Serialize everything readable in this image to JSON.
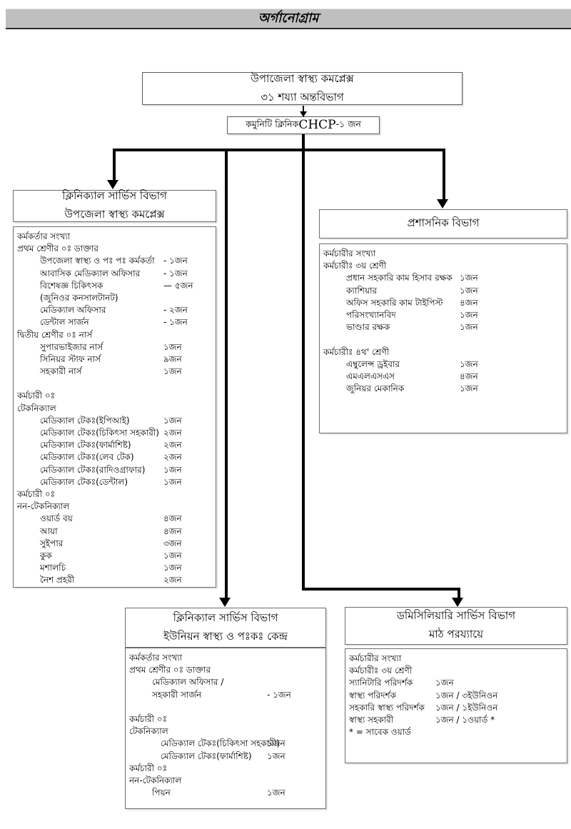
{
  "colors": {
    "title_bar_bg": "#bfbfbf",
    "connector": "#000000",
    "box_border": "#6e6e6e"
  },
  "title_bar": {
    "title": "অর্গানোগ্রাম"
  },
  "root_box": {
    "line1": "উপাজেলা স্বাস্থ্য কমপ্লেক্স",
    "line2": "৩১ শয্যা অন্তবিভাগ"
  },
  "chcp_box": {
    "prefix": "কমুনিটি ক্লিনিক ",
    "latin": "CHCP",
    "suffix": "-১ জন"
  },
  "departments": {
    "clinical_upazila": {
      "header_line1": "ক্লিনিক্যাল সার্ভিস বিভাগ",
      "header_line2": "উপজেলা স্বাস্থ্য কমপ্লেক্স",
      "rows": [
        {
          "label": "কর্মকর্তার সংখ্যা",
          "value": "",
          "indent": 0
        },
        {
          "label": "প্রথম শ্রেণীর ০ঃ ডাক্তার",
          "value": "",
          "indent": 0
        },
        {
          "label": "উপজেলা স্বাস্থ্য ও পঃ পঃ কর্মকর্তা",
          "value": "- ১জন",
          "indent": 1
        },
        {
          "label": "আবাসিক মেডিক্যাল অফিসার",
          "value": "- ১জন",
          "indent": 1
        },
        {
          "label": "বিশেষজ্ঞ চিকিৎসক",
          "value": "— ৫জন",
          "indent": 1
        },
        {
          "label": "(জুনিওর কনসালটানট)",
          "value": "",
          "indent": 1
        },
        {
          "label": "মেডিক্যাল অফিসার",
          "value": "- ২জন",
          "indent": 1
        },
        {
          "label": "ডেন্টাল সার্জন",
          "value": "- ১জন",
          "indent": 1
        },
        {
          "label": "দ্বিতীয় শ্রেণীর ০ঃ নার্স",
          "value": "",
          "indent": 0
        },
        {
          "label": "সুপারভাইজার নার্স",
          "value": "১জন",
          "indent": 1
        },
        {
          "label": "সিনিয়র স্টাফ নার্স",
          "value": "৯জন",
          "indent": 1
        },
        {
          "label": "সহকারী নার্স",
          "value": "১জন",
          "indent": 1
        },
        {
          "spacer": true
        },
        {
          "label": "কর্মচারী ০ঃ",
          "value": "",
          "indent": 0
        },
        {
          "label": "টেকনিক্যাল",
          "value": "",
          "indent": 0
        },
        {
          "label": "মেডিক্যাল টেকঃ(ইপিআই)",
          "value": "১জন",
          "indent": 1
        },
        {
          "label": "মেডিক্যাল টেকঃ(চিকিৎসা সহকারী)",
          "value": "২জন",
          "indent": 1
        },
        {
          "label": "মেডিক্যাল টেকঃ(ফার্মাশিষ্ট)",
          "value": "২জন",
          "indent": 1
        },
        {
          "label": "মেডিক্যাল টেকঃ(লেব টেক)",
          "value": "২জন",
          "indent": 1
        },
        {
          "label": "মেডিক্যাল টেকঃ(রাদিওগ্রাফার)",
          "value": "১জন",
          "indent": 1
        },
        {
          "label": "মেডিক্যাল টেকঃ(ডেন্টাল)",
          "value": "১জন",
          "indent": 1
        },
        {
          "label": "কর্মচারী ০ঃ",
          "value": "",
          "indent": 0
        },
        {
          "label": "নন-টেকনিক্যাল",
          "value": "",
          "indent": 0
        },
        {
          "label": "ওয়ার্ড বয়",
          "value": "৪জন",
          "indent": 1
        },
        {
          "label": "আয়া",
          "value": "৪জন",
          "indent": 1
        },
        {
          "label": "সুইপার",
          "value": "৩জন",
          "indent": 1
        },
        {
          "label": "কুক",
          "value": "১জন",
          "indent": 1
        },
        {
          "label": "মশালচি",
          "value": "১জন",
          "indent": 1
        },
        {
          "label": "নৈশ প্রহরী",
          "value": "২জন",
          "indent": 1
        }
      ]
    },
    "administrative": {
      "header_line1": "প্রশাসনিক বিভাগ",
      "rows": [
        {
          "label": "কর্মচারীর সংখ্যা",
          "value": "",
          "indent": 0
        },
        {
          "label": "কর্মচারীঃ ৩য় শ্রেণী",
          "value": "",
          "indent": 0
        },
        {
          "label": "প্রধান সহকারি কাম হিসাব রক্ষক",
          "value": "১জন",
          "indent": 1
        },
        {
          "label": "ক্যাশিয়ার",
          "value": "১জন",
          "indent": 1
        },
        {
          "label": "অফিস সহকারি কাম টাইপিস্ট",
          "value": "৪জন",
          "indent": 1
        },
        {
          "label": "পরিসংখ্যানবিদ",
          "value": "১জন",
          "indent": 1
        },
        {
          "label": "ভাণ্ডার রক্ষক",
          "value": "১জন",
          "indent": 1
        },
        {
          "spacer": true
        },
        {
          "label": "কর্মচারীঃ ৪থ' শ্রেণী",
          "value": "",
          "indent": 0
        },
        {
          "label": "এম্বুলেন্স ড্রইবার",
          "value": "১জন",
          "indent": 1
        },
        {
          "label": "এমএলএসএস",
          "value": "৪জন",
          "indent": 1
        },
        {
          "label": "জুনিয়র মেকানিক",
          "value": "১জন",
          "indent": 1
        }
      ]
    },
    "clinical_union": {
      "header_line1": "ক্লিনিক্যাল সার্ভিস বিভাগ",
      "header_line2": "ইউনিয়ন স্বাস্থ্য ও পঃকঃ কেন্দ্র",
      "rows": [
        {
          "label": "কর্মকর্তার সংখ্যা",
          "value": "",
          "indent": 0
        },
        {
          "label": "প্রথম শ্রেণীর ০ঃ ডাক্তার",
          "value": "",
          "indent": 0
        },
        {
          "label": "মেডিক্যাল অফিসার /",
          "value": "",
          "indent": 1
        },
        {
          "label": "সহকারী সার্জন",
          "value": "- ১জন",
          "indent": 1
        },
        {
          "spacer": true
        },
        {
          "label": "কর্মচারী ০ঃ",
          "value": "",
          "indent": 0
        },
        {
          "label": "টেকনিক্যাল",
          "value": "",
          "indent": 0
        },
        {
          "label": "মেডিক্যাল টেকঃ(চিকিৎসা সহকারী)",
          "value": "১জন",
          "indent": 2
        },
        {
          "label": "মেডিক্যাল টেকঃ(ফার্মাশিষ্ট)",
          "value": "১জন",
          "indent": 2
        },
        {
          "label": "কর্মচারী ০ঃ",
          "value": "",
          "indent": 0
        },
        {
          "label": "নন-টেকনিক্যাল",
          "value": "",
          "indent": 0
        },
        {
          "label": "পিয়ন",
          "value": "১জন",
          "indent": 1
        }
      ]
    },
    "domiciliary": {
      "header_line1": "ডমিসিলিয়ারি সার্ভিস বিভাগ",
      "header_line2": "মাঠ পরয্যায়ে",
      "rows": [
        {
          "label": "কর্মচারীর সংখ্যা",
          "value": "",
          "indent": 0
        },
        {
          "label": "কর্মচারীঃ ৩য় শ্রেণী",
          "value": "",
          "indent": 0
        },
        {
          "label": "স্যানিটারি পরিদর্শক",
          "value": "১জন",
          "indent": 0
        },
        {
          "label": "স্বাস্থ্য পরিদর্শক",
          "value": "১জন / ৩ইউনিওন",
          "indent": 0
        },
        {
          "label": "সহকারি স্বাস্থ্য পরিদর্শক",
          "value": "১জন / ১ইউনিওন",
          "indent": 0
        },
        {
          "label": "স্বাস্থ্য সহকারী",
          "value": "১জন / ১ওয়ার্ড *",
          "indent": 0
        },
        {
          "label": "* = সাবেক ওয়ার্ড",
          "value": "",
          "indent": 0
        }
      ]
    }
  }
}
